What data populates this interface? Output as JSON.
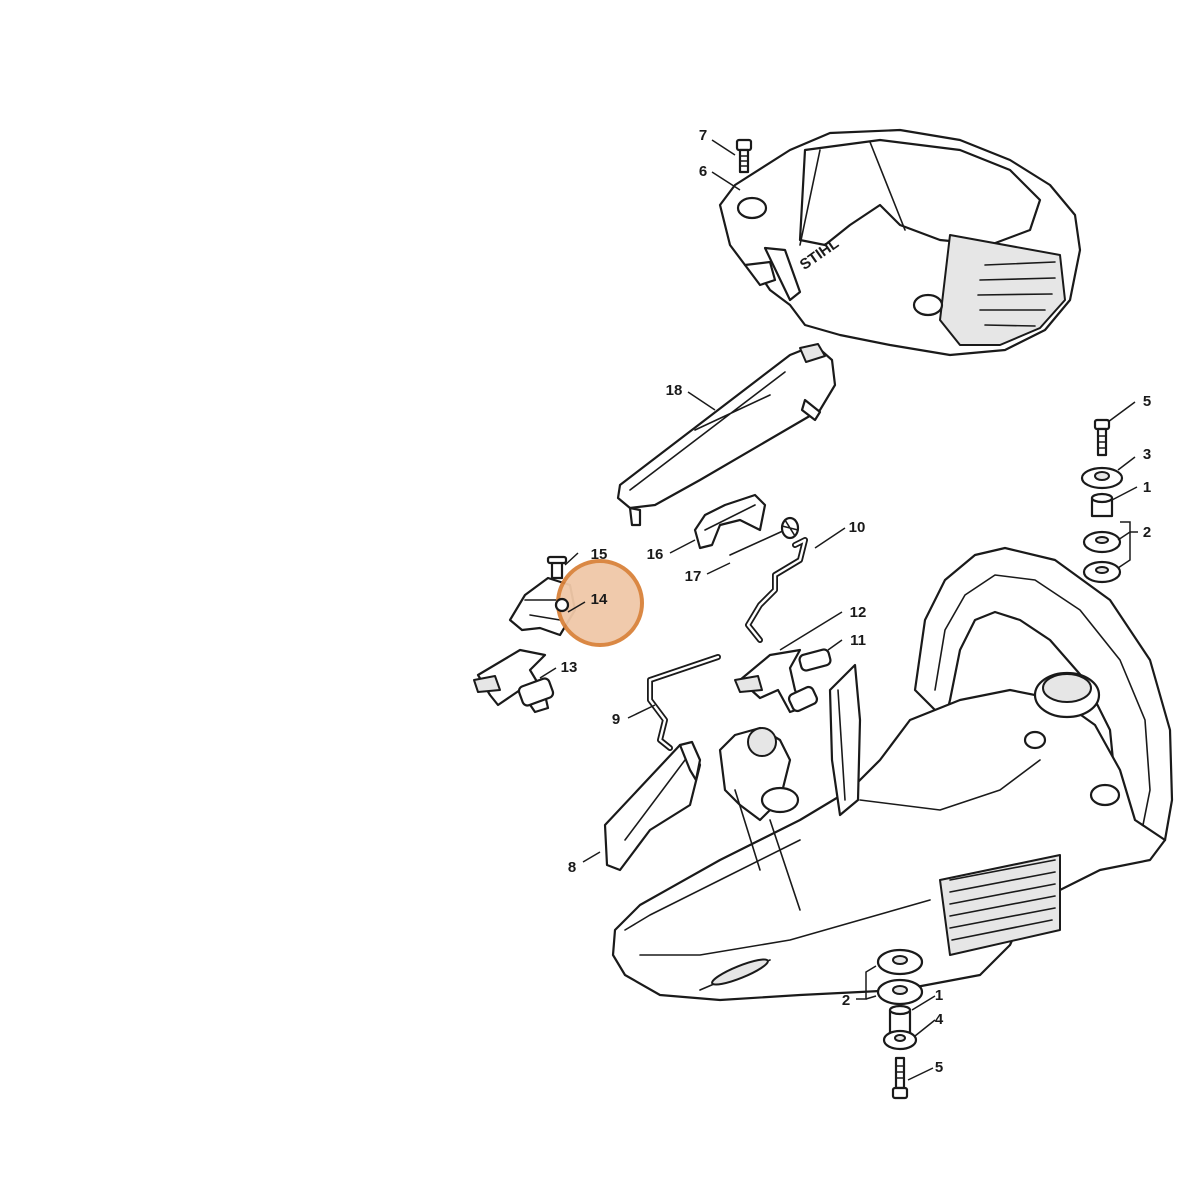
{
  "brand_label": "STIHL",
  "highlight_color": "#d9823b",
  "callouts": [
    {
      "id": "c7",
      "label": "7"
    },
    {
      "id": "c6",
      "label": "6"
    },
    {
      "id": "c18",
      "label": "18"
    },
    {
      "id": "c5a",
      "label": "5"
    },
    {
      "id": "c3",
      "label": "3"
    },
    {
      "id": "c1a",
      "label": "1"
    },
    {
      "id": "c2a",
      "label": "2"
    },
    {
      "id": "c10",
      "label": "10"
    },
    {
      "id": "c16",
      "label": "16"
    },
    {
      "id": "c17",
      "label": "17"
    },
    {
      "id": "c15",
      "label": "15"
    },
    {
      "id": "c14",
      "label": "14"
    },
    {
      "id": "c12",
      "label": "12"
    },
    {
      "id": "c11",
      "label": "11"
    },
    {
      "id": "c13",
      "label": "13"
    },
    {
      "id": "c9",
      "label": "9"
    },
    {
      "id": "c8",
      "label": "8"
    },
    {
      "id": "c2b",
      "label": "2"
    },
    {
      "id": "c1b",
      "label": "1"
    },
    {
      "id": "c4",
      "label": "4"
    },
    {
      "id": "c5b",
      "label": "5"
    }
  ]
}
